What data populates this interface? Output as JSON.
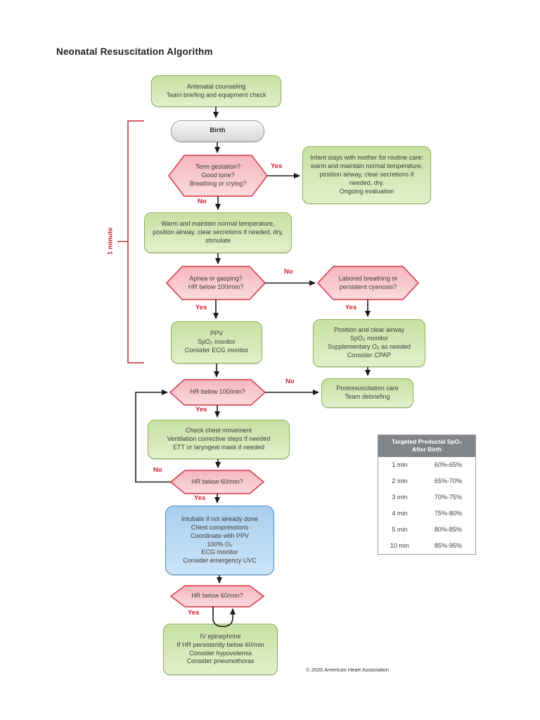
{
  "title": "Neonatal Resuscitation Algorithm",
  "labels": {
    "yes": "Yes",
    "no": "No"
  },
  "bracket_label": "1 minute",
  "nodes": {
    "antenatal": "Antenatal counseling\nTeam briefing and equipment check",
    "birth": "Birth",
    "term_gestation": "Term gestation?\nGood tone?\nBreathing or crying?",
    "infant_with_mother": "Infant stays with mother for routine care: warm and maintain normal temperature, position airway, clear secretions if needed, dry.\nOngoing evaluation",
    "warm_maintain": "Warm and maintain normal temperature, position airway, clear secretions if needed, dry, stimulate",
    "apnea_gasping": "Apnea or gasping?\nHR below 100/min?",
    "labored_breathing": "Labored breathing or persistent cyanosis?",
    "ppv": "PPV\nSpO₂ monitor\nConsider ECG monitor",
    "position_airway": "Position and clear airway\nSpO₂ monitor\nSupplementary O₂ as needed\nConsider CPAP",
    "hr_below_100": "HR below 100/min?",
    "postresuscitation": "Postresuscitation care\nTeam debriefing",
    "check_chest": "Check chest movement\nVentilation corrective steps if needed\nETT or laryngeal mask if needed",
    "hr_below_60_a": "HR below 60/min?",
    "intubate": "Intubate if not already done\nChest compressions\nCoordinate with PPV\n100% O₂\nECG monitor\nConsider emergency UVC",
    "hr_below_60_b": "HR below 60/min?",
    "epinephrine": "IV epinephrine\nIf HR persistently below 60/min\nConsider hypovolemia\nConsider pneumothorax"
  },
  "table": {
    "header": "Targeted Preductal SpO₂\nAfter Birth",
    "rows": [
      {
        "time": "1 min",
        "range": "60%-65%"
      },
      {
        "time": "2 min",
        "range": "65%-70%"
      },
      {
        "time": "3 min",
        "range": "70%-75%"
      },
      {
        "time": "4 min",
        "range": "75%-80%"
      },
      {
        "time": "5 min",
        "range": "80%-85%"
      },
      {
        "time": "10 min",
        "range": "85%-95%"
      }
    ]
  },
  "footer": "© 2020 American Heart Association",
  "colors": {
    "green_fill_top": "#c7e0a2",
    "green_fill_bottom": "#e2f0cb",
    "green_border": "#8db457",
    "pink_fill_top": "#f4b6bd",
    "pink_fill_bottom": "#fbdadd",
    "pink_border": "#dc4d5c",
    "blue_fill_top": "#a9cfee",
    "blue_fill_bottom": "#cce4f7",
    "blue_border": "#4b8fc6",
    "gray_fill": "#d8d8d9",
    "red_label": "#cf2130",
    "bracket_red": "#c4252f",
    "table_header_bg": "#818488",
    "arrow": "#1a1a1a"
  }
}
